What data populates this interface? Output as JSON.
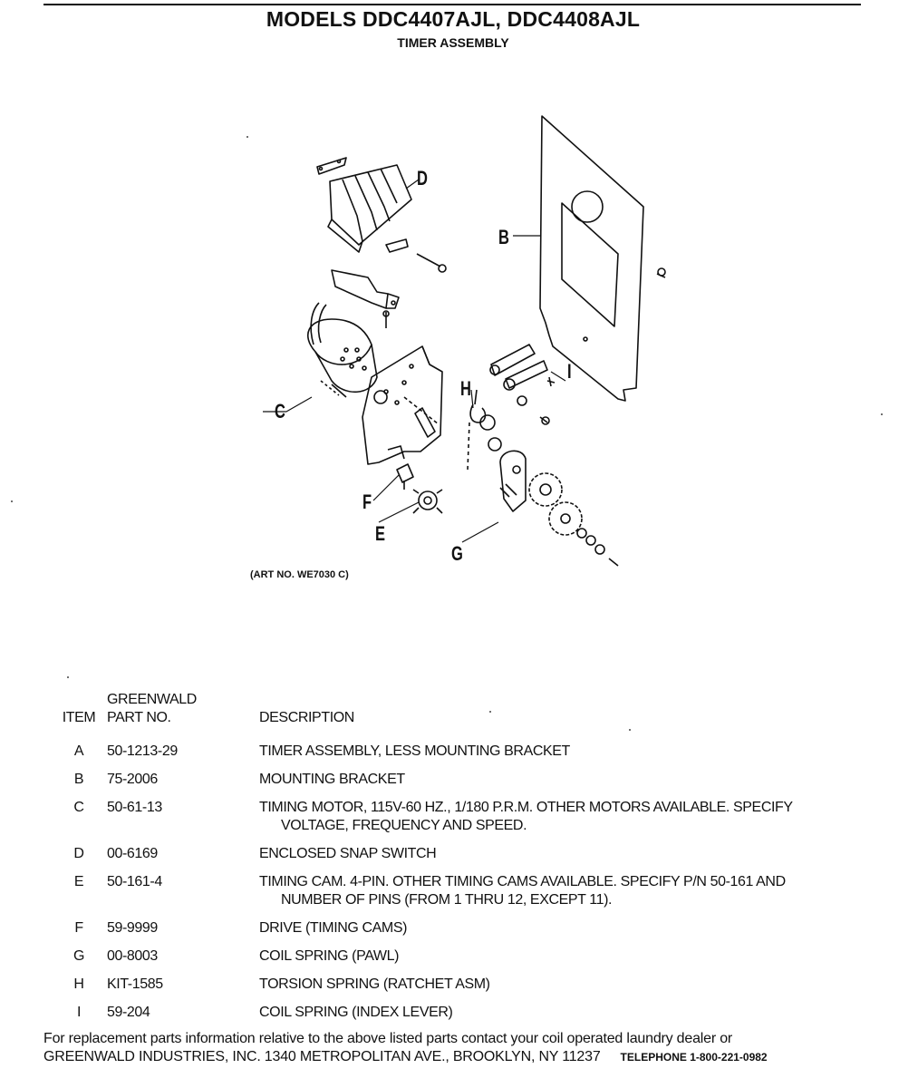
{
  "header": {
    "title": "MODELS DDC4407AJL, DDC4408AJL",
    "subtitle": "TIMER ASSEMBLY"
  },
  "diagram": {
    "art_number": "(ART NO. WE7030 C)",
    "callouts": [
      "B",
      "C",
      "D",
      "E",
      "F",
      "G",
      "H",
      "I"
    ]
  },
  "parts_table": {
    "headers": {
      "item": "ITEM",
      "part_no_line1": "GREENWALD",
      "part_no_line2": "PART NO.",
      "description": "DESCRIPTION"
    },
    "rows": [
      {
        "item": "A",
        "part_no": "50-1213-29",
        "description": "TIMER ASSEMBLY, LESS MOUNTING BRACKET",
        "description_cont": ""
      },
      {
        "item": "B",
        "part_no": "75-2006",
        "description": "MOUNTING BRACKET",
        "description_cont": ""
      },
      {
        "item": "C",
        "part_no": "50-61-13",
        "description": "TIMING MOTOR, 115V-60 HZ., 1/180 P.R.M. OTHER MOTORS AVAILABLE. SPECIFY",
        "description_cont": "VOLTAGE, FREQUENCY AND SPEED."
      },
      {
        "item": "D",
        "part_no": "00-6169",
        "description": "ENCLOSED SNAP SWITCH",
        "description_cont": ""
      },
      {
        "item": "E",
        "part_no": "50-161-4",
        "description": "TIMING CAM. 4-PIN. OTHER TIMING CAMS AVAILABLE. SPECIFY P/N 50-161 AND",
        "description_cont": "NUMBER OF PINS (FROM 1 THRU 12, EXCEPT 11)."
      },
      {
        "item": "F",
        "part_no": "59-9999",
        "description": "DRIVE (TIMING CAMS)",
        "description_cont": ""
      },
      {
        "item": "G",
        "part_no": "00-8003",
        "description": "COIL SPRING (PAWL)",
        "description_cont": ""
      },
      {
        "item": "H",
        "part_no": "KIT-1585",
        "description": "TORSION SPRING (RATCHET ASM)",
        "description_cont": ""
      },
      {
        "item": "I",
        "part_no": "59-204",
        "description": "COIL SPRING (INDEX LEVER)",
        "description_cont": ""
      }
    ]
  },
  "footer": {
    "line1": "For replacement parts information relative to the above listed parts contact your coil operated laundry dealer or",
    "line2": "GREENWALD INDUSTRIES, INC. 1340 METROPOLITAN AVE., BROOKLYN, NY 11237",
    "telephone": "TELEPHONE 1-800-221-0982"
  }
}
